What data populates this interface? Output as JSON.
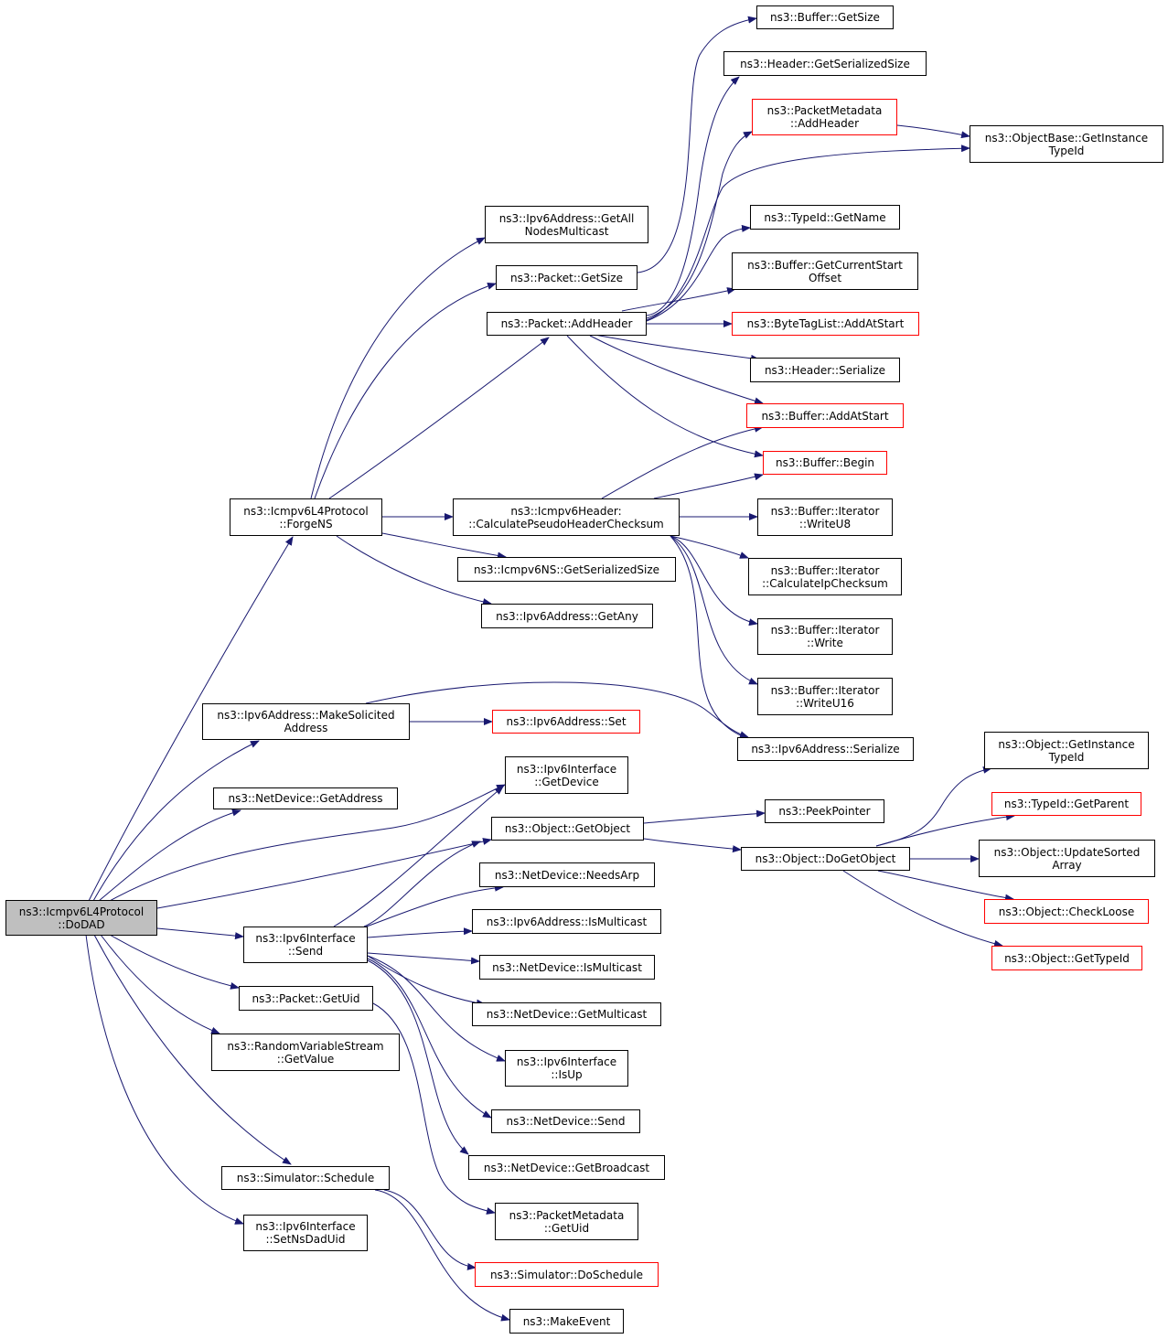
{
  "colors": {
    "edge": "#191970",
    "border": "#000000",
    "incomplete_border": "#ff0000",
    "root_fill": "#bfbfbf"
  },
  "nodes": [
    {
      "id": "dodad",
      "lines": [
        "ns3::Icmpv6L4Protocol",
        "::DoDAD"
      ],
      "root": true
    },
    {
      "id": "forgens",
      "lines": [
        "ns3::Icmpv6L4Protocol",
        "::ForgeNS"
      ]
    },
    {
      "id": "makesolicited",
      "lines": [
        "ns3::Ipv6Address::MakeSolicited",
        "Address"
      ]
    },
    {
      "id": "nd_getaddress",
      "lines": [
        "ns3::NetDevice::GetAddress"
      ]
    },
    {
      "id": "ipv6if_send",
      "lines": [
        "ns3::Ipv6Interface",
        "::Send"
      ]
    },
    {
      "id": "packet_getuid",
      "lines": [
        "ns3::Packet::GetUid"
      ]
    },
    {
      "id": "rvs_getvalue",
      "lines": [
        "ns3::RandomVariableStream",
        "::GetValue"
      ]
    },
    {
      "id": "sim_schedule",
      "lines": [
        "ns3::Simulator::Schedule"
      ]
    },
    {
      "id": "setnsdaduid",
      "lines": [
        "ns3::Ipv6Interface",
        "::SetNsDadUid"
      ]
    },
    {
      "id": "getallnodes",
      "lines": [
        "ns3::Ipv6Address::GetAll",
        "NodesMulticast"
      ]
    },
    {
      "id": "packet_getsize",
      "lines": [
        "ns3::Packet::GetSize"
      ]
    },
    {
      "id": "packet_addheader",
      "lines": [
        "ns3::Packet::AddHeader"
      ]
    },
    {
      "id": "calcpseudo",
      "lines": [
        "ns3::Icmpv6Header:",
        "::CalculatePseudoHeaderChecksum"
      ]
    },
    {
      "id": "ns_getserialized",
      "lines": [
        "ns3::Icmpv6NS::GetSerializedSize"
      ]
    },
    {
      "id": "getany",
      "lines": [
        "ns3::Ipv6Address::GetAny"
      ]
    },
    {
      "id": "ipv6addr_set",
      "lines": [
        "ns3::Ipv6Address::Set"
      ],
      "incomplete": true
    },
    {
      "id": "ipv6if_getdevice",
      "lines": [
        "ns3::Ipv6Interface",
        "::GetDevice"
      ]
    },
    {
      "id": "obj_getobject",
      "lines": [
        "ns3::Object::GetObject"
      ]
    },
    {
      "id": "nd_needsarp",
      "lines": [
        "ns3::NetDevice::NeedsArp"
      ]
    },
    {
      "id": "ipv6_ismulticast",
      "lines": [
        "ns3::Ipv6Address::IsMulticast"
      ]
    },
    {
      "id": "nd_ismulticast",
      "lines": [
        "ns3::NetDevice::IsMulticast"
      ]
    },
    {
      "id": "nd_getmulticast",
      "lines": [
        "ns3::NetDevice::GetMulticast"
      ]
    },
    {
      "id": "ipv6if_isup",
      "lines": [
        "ns3::Ipv6Interface",
        "::IsUp"
      ]
    },
    {
      "id": "nd_send",
      "lines": [
        "ns3::NetDevice::Send"
      ]
    },
    {
      "id": "nd_getbroadcast",
      "lines": [
        "ns3::NetDevice::GetBroadcast"
      ]
    },
    {
      "id": "pm_getuid",
      "lines": [
        "ns3::PacketMetadata",
        "::GetUid"
      ]
    },
    {
      "id": "sim_doschedule",
      "lines": [
        "ns3::Simulator::DoSchedule"
      ],
      "incomplete": true
    },
    {
      "id": "makeevent",
      "lines": [
        "ns3::MakeEvent"
      ]
    },
    {
      "id": "buf_getsize",
      "lines": [
        "ns3::Buffer::GetSize"
      ]
    },
    {
      "id": "hdr_getserialized",
      "lines": [
        "ns3::Header::GetSerializedSize"
      ]
    },
    {
      "id": "pm_addheader",
      "lines": [
        "ns3::PacketMetadata",
        "::AddHeader"
      ],
      "incomplete": true
    },
    {
      "id": "typeid_getname",
      "lines": [
        "ns3::TypeId::GetName"
      ]
    },
    {
      "id": "buf_getcurrentstart",
      "lines": [
        "ns3::Buffer::GetCurrentStart",
        "Offset"
      ]
    },
    {
      "id": "btl_addatstart",
      "lines": [
        "ns3::ByteTagList::AddAtStart"
      ],
      "incomplete": true
    },
    {
      "id": "hdr_serialize",
      "lines": [
        "ns3::Header::Serialize"
      ]
    },
    {
      "id": "buf_addatstart",
      "lines": [
        "ns3::Buffer::AddAtStart"
      ],
      "incomplete": true
    },
    {
      "id": "buf_begin",
      "lines": [
        "ns3::Buffer::Begin"
      ],
      "incomplete": true
    },
    {
      "id": "it_writeu8",
      "lines": [
        "ns3::Buffer::Iterator",
        "::WriteU8"
      ]
    },
    {
      "id": "it_calcipchecksum",
      "lines": [
        "ns3::Buffer::Iterator",
        "::CalculateIpChecksum"
      ]
    },
    {
      "id": "it_write",
      "lines": [
        "ns3::Buffer::Iterator",
        "::Write"
      ]
    },
    {
      "id": "it_writeu16",
      "lines": [
        "ns3::Buffer::Iterator",
        "::WriteU16"
      ]
    },
    {
      "id": "ipv6_serialize",
      "lines": [
        "ns3::Ipv6Address::Serialize"
      ]
    },
    {
      "id": "peekpointer",
      "lines": [
        "ns3::PeekPointer"
      ]
    },
    {
      "id": "obj_dogetobject",
      "lines": [
        "ns3::Object::DoGetObject"
      ]
    },
    {
      "id": "objbase_getinstance",
      "lines": [
        "ns3::ObjectBase::GetInstance",
        "TypeId"
      ]
    },
    {
      "id": "obj_getinstance",
      "lines": [
        "ns3::Object::GetInstance",
        "TypeId"
      ]
    },
    {
      "id": "typeid_getparent",
      "lines": [
        "ns3::TypeId::GetParent"
      ],
      "incomplete": true
    },
    {
      "id": "obj_updatesorted",
      "lines": [
        "ns3::Object::UpdateSorted",
        "Array"
      ]
    },
    {
      "id": "obj_checkloose",
      "lines": [
        "ns3::Object::CheckLoose"
      ],
      "incomplete": true
    },
    {
      "id": "obj_gettypeid",
      "lines": [
        "ns3::Object::GetTypeId"
      ],
      "incomplete": true
    }
  ]
}
